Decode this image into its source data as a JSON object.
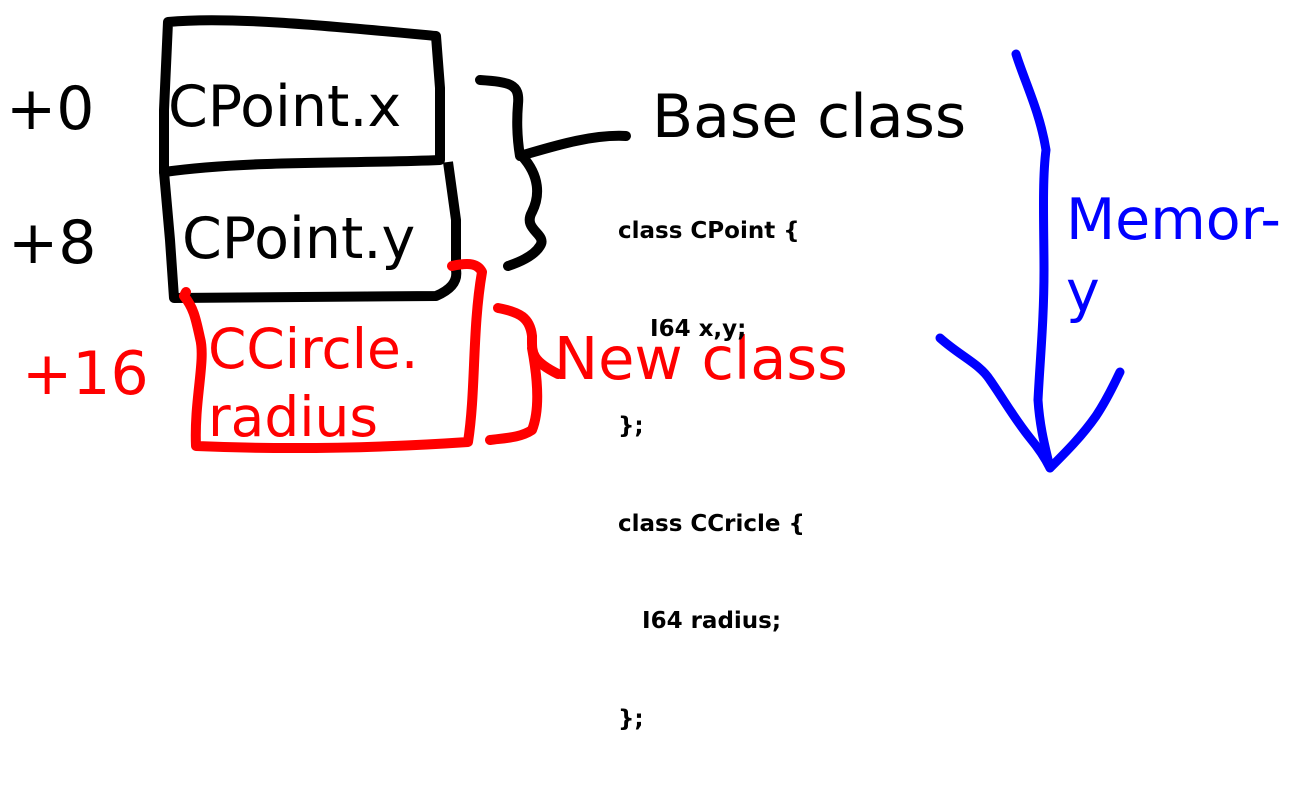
{
  "offsets": [
    "+0",
    "+8",
    "+16"
  ],
  "fields": {
    "x": "CPoint.x",
    "y": "CPoint.y",
    "radius_line1": "CCircle.",
    "radius_line2": "radius"
  },
  "annotations": {
    "base_class": "Base class",
    "new_class": "New class",
    "memory_line1": "Memor-",
    "memory_line2": "y"
  },
  "code_lines": [
    "class CPoint {",
    "    I64 x,y;",
    "};",
    "class CCricle {",
    "   I64 radius;",
    "};"
  ],
  "colors": {
    "base": "#000000",
    "new": "#ff0000",
    "memory_arrow": "#0000ff",
    "background": "#ffffff"
  }
}
